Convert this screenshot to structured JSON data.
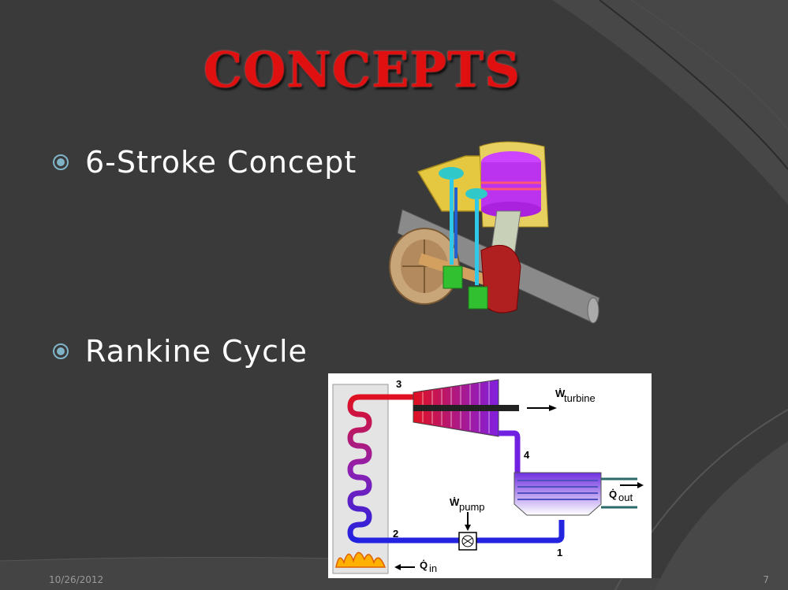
{
  "slide": {
    "title": "CONCEPTS",
    "bullets": [
      {
        "label": "6-Stroke Concept"
      },
      {
        "label": "Rankine Cycle"
      }
    ],
    "date": "10/26/2012",
    "page_number": "7"
  },
  "diagram": {
    "points": [
      "1",
      "2",
      "3",
      "4"
    ],
    "w_turbine": {
      "symbol": "Ẇ",
      "sub": "turbine"
    },
    "w_pump": {
      "symbol": "Ẇ",
      "sub": "pump"
    },
    "q_out": {
      "symbol": "Q̇",
      "sub": "out"
    },
    "q_in": {
      "symbol": "Q̇",
      "sub": "in"
    }
  },
  "colors": {
    "background": "#3a3a3a",
    "title": "#e01010",
    "bullet_icon": "#7fb3c8"
  },
  "icons": [
    "bullet-ring-icon",
    "engine-illustration",
    "rankine-cycle-diagram"
  ]
}
